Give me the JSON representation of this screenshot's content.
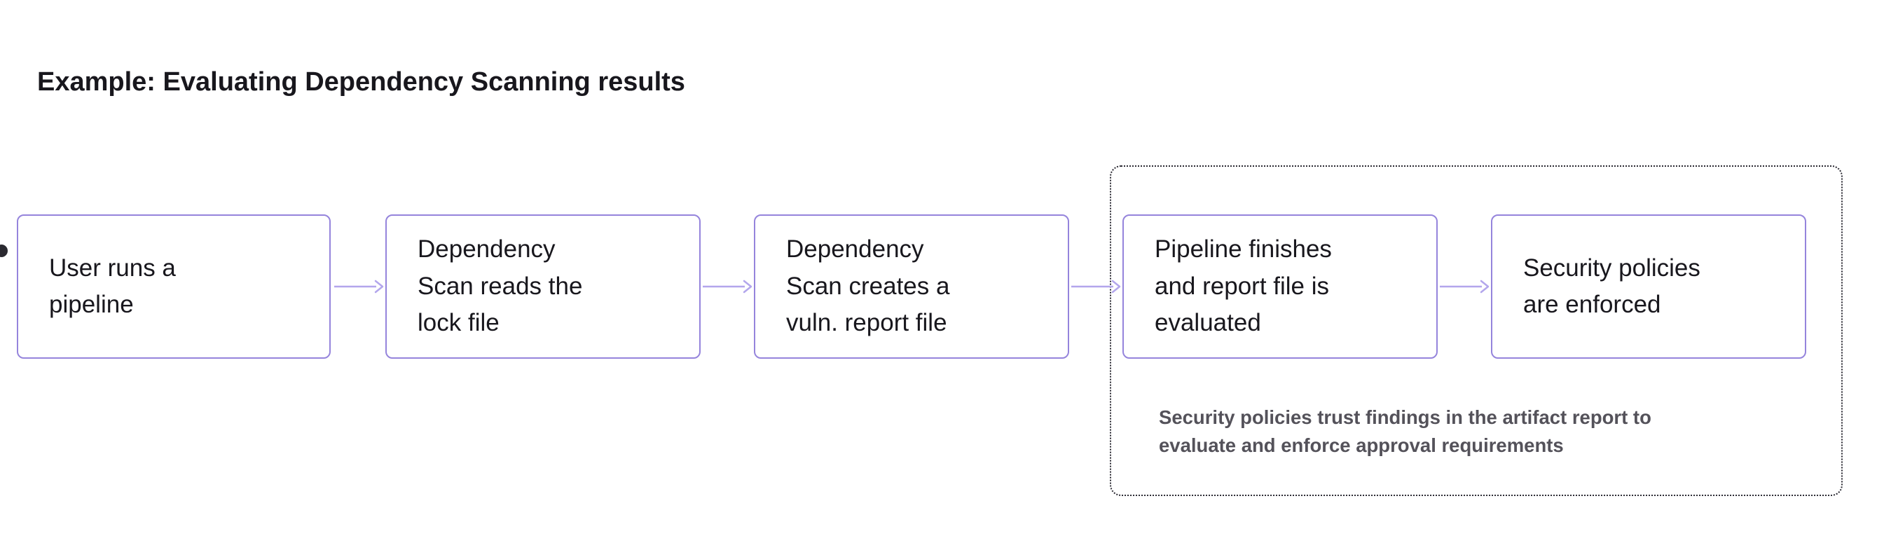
{
  "title": "Example: Evaluating Dependency Scanning results",
  "flow": {
    "steps": [
      {
        "label": "User runs a\npipeline"
      },
      {
        "label": "Dependency\nScan reads the\nlock file"
      },
      {
        "label": "Dependency\nScan creates a\nvuln. report file"
      },
      {
        "label": "Pipeline finishes\nand report file is\nevaluated"
      },
      {
        "label": "Security policies\nare enforced"
      }
    ],
    "group_note": "Security policies trust findings in the artifact report to\nevaluate and enforce approval requirements"
  },
  "colors": {
    "box_border": "#9584dc",
    "arrow": "#b3a6ec",
    "box_text": "#18171d",
    "note_text": "#54525a",
    "title_text": "#18171d",
    "group_border": "#2b2a33"
  }
}
